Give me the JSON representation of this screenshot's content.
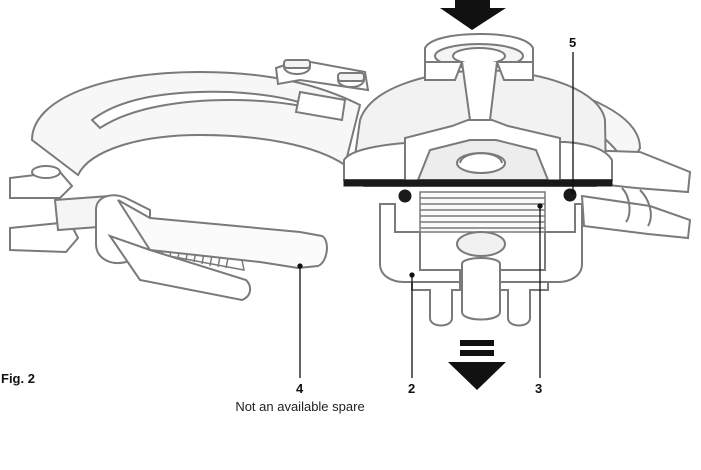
{
  "figure": {
    "label": "Fig. 2"
  },
  "callouts": {
    "c2": "2",
    "c3": "3",
    "c4": "4",
    "c5": "5"
  },
  "notes": {
    "not_spare": "Not an available spare"
  },
  "colors": {
    "outline": "#7a7a7a",
    "fill": "#ffffff",
    "shadow": "#e6e6e6",
    "arrow": "#111111",
    "gasket": "#1a1a1a"
  }
}
